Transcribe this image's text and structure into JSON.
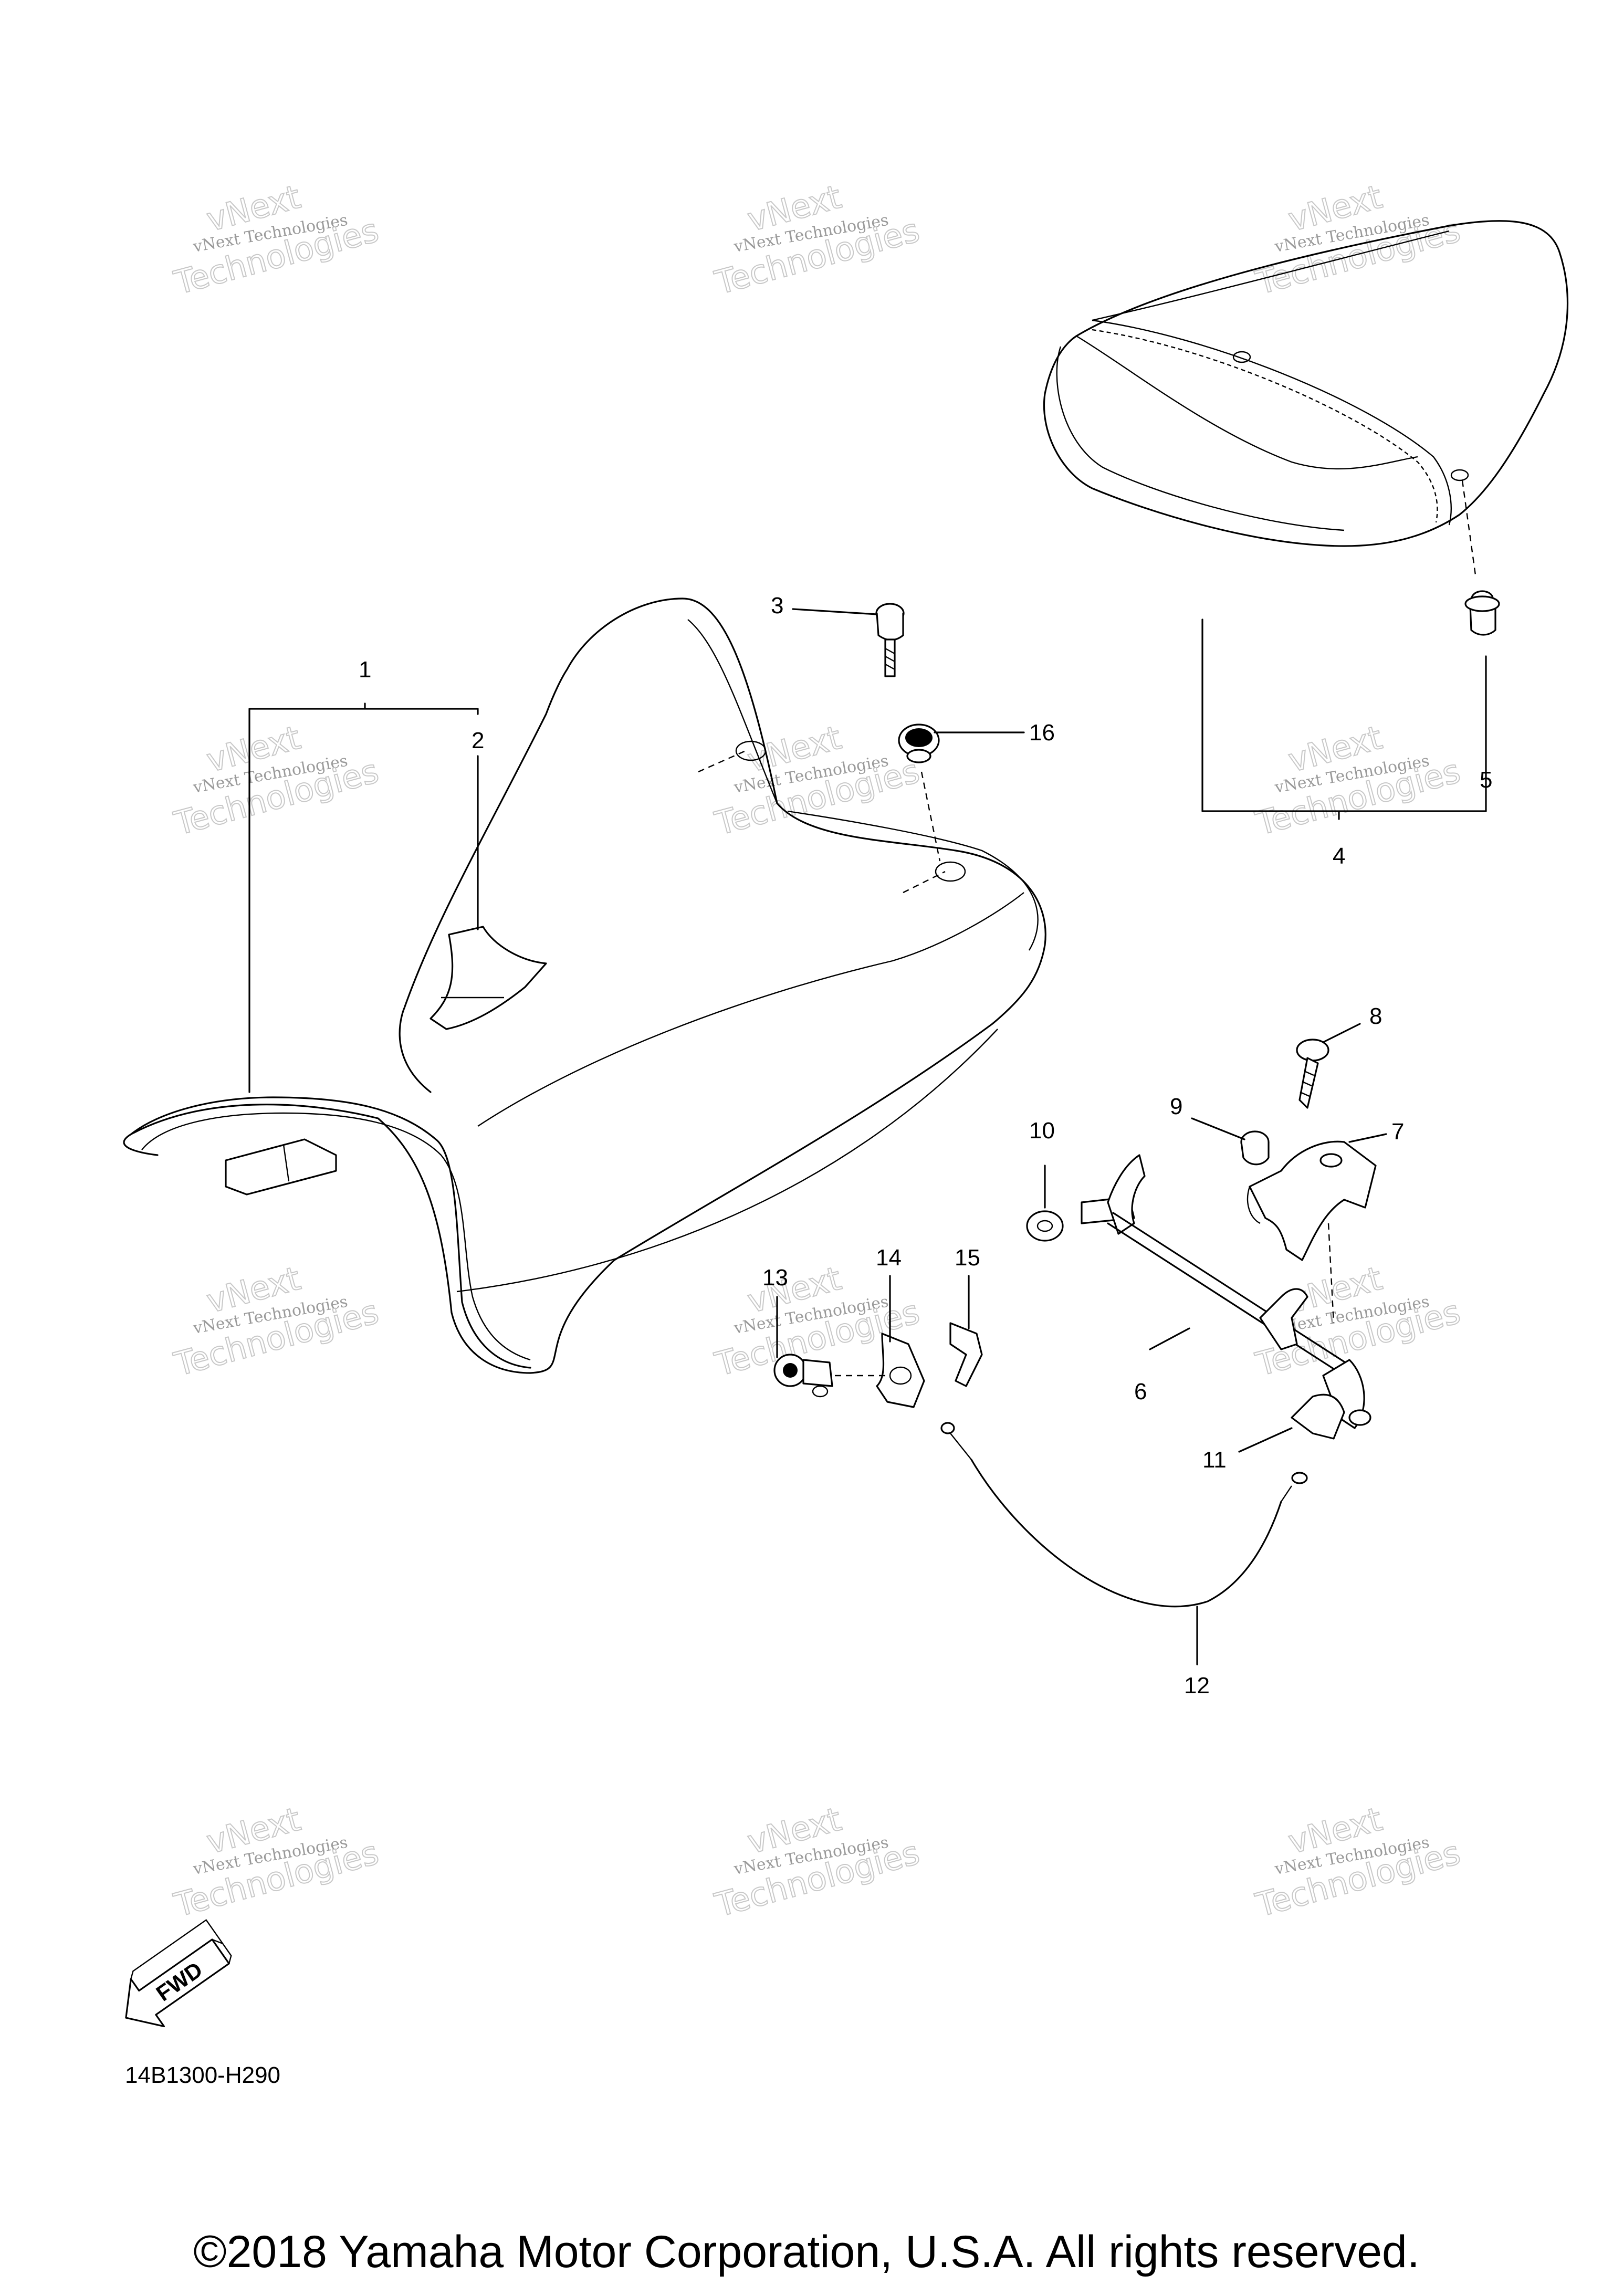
{
  "parts": [
    {
      "number": "1"
    },
    {
      "number": "2"
    },
    {
      "number": "3"
    },
    {
      "number": "4"
    },
    {
      "number": "5"
    },
    {
      "number": "6"
    },
    {
      "number": "7"
    },
    {
      "number": "8"
    },
    {
      "number": "9"
    },
    {
      "number": "10"
    },
    {
      "number": "11"
    },
    {
      "number": "12"
    },
    {
      "number": "13"
    },
    {
      "number": "14"
    },
    {
      "number": "15"
    },
    {
      "number": "16"
    }
  ],
  "watermark": {
    "line1": "vNext Technologies",
    "line2": "vNext",
    "line3": "Technologies"
  },
  "fwd_label": "FWD",
  "diagram_code": "14B1300-H290",
  "copyright": "©2018 Yamaha Motor Corporation, U.S.A. All rights reserved."
}
